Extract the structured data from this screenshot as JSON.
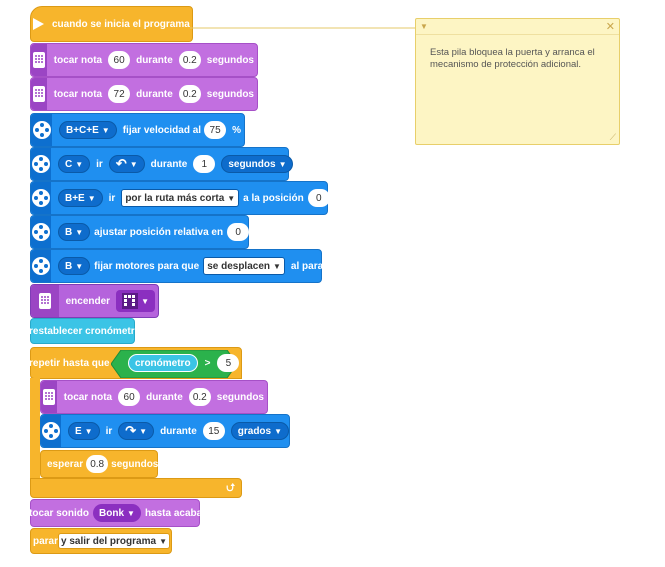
{
  "hat": {
    "label": "cuando se inicia el programa"
  },
  "comment": {
    "text": "Esta pila bloquea la puerta y arranca el mecanismo de protección adicional."
  },
  "blocks": {
    "note1": {
      "label": "tocar nota",
      "note": "60",
      "mid": "durante",
      "dur": "0.2",
      "unit": "segundos"
    },
    "note2": {
      "label": "tocar nota",
      "note": "72",
      "mid": "durante",
      "dur": "0.2",
      "unit": "segundos"
    },
    "speed": {
      "ports": "B+C+E",
      "label": "fijar velocidad al",
      "value": "75",
      "unit": "%"
    },
    "run1": {
      "port": "C",
      "label": "ir",
      "mid": "durante",
      "value": "1",
      "unit": "segundos"
    },
    "goto": {
      "ports": "B+E",
      "label": "ir",
      "mode": "por la ruta más corta",
      "mid": "a la posición",
      "value": "0"
    },
    "setpos": {
      "port": "B",
      "label": "ajustar posición relativa en",
      "value": "0"
    },
    "stop_action": {
      "port": "B",
      "label": "fijar motores para que",
      "mode": "se desplacen",
      "tail": "al parar"
    },
    "light": {
      "label": "encender"
    },
    "reset_timer": {
      "label": "restablecer cronómetro"
    },
    "repeat": {
      "label": "repetir hasta que",
      "reporter": "cronómetro",
      "op": ">",
      "value": "5"
    },
    "inner_note": {
      "label": "tocar nota",
      "note": "60",
      "mid": "durante",
      "dur": "0.2",
      "unit": "segundos"
    },
    "inner_run": {
      "port": "E",
      "label": "ir",
      "mid": "durante",
      "value": "15",
      "unit": "grados"
    },
    "wait": {
      "label": "esperar",
      "value": "0.8",
      "unit": "segundos"
    },
    "sound": {
      "label": "tocar sonido",
      "sound": "Bonk",
      "tail": "hasta acabar"
    },
    "stop": {
      "label": "parar y salir del programa"
    }
  },
  "colors": {
    "motor": "#1f8ff0",
    "sound": "#c26fe0",
    "event": "#f7b52c",
    "sensor": "#3bc4e6",
    "operator": "#2bb24c"
  }
}
